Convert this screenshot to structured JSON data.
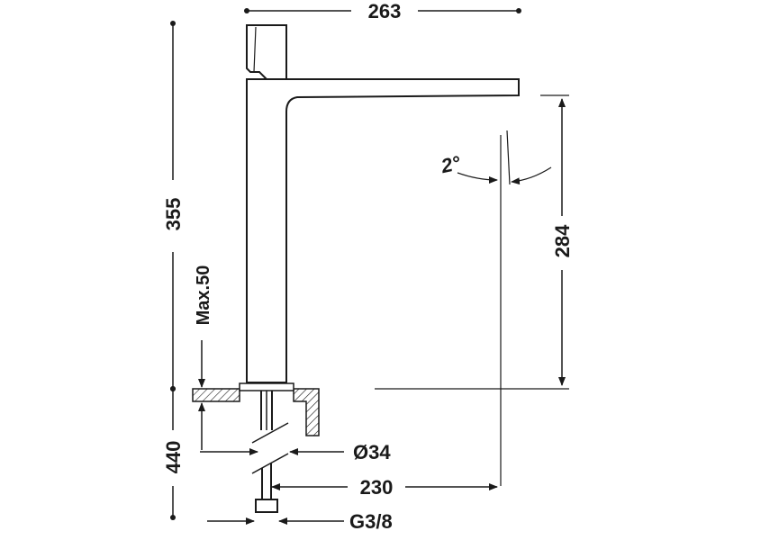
{
  "dimensions": {
    "overall_width": "263",
    "overall_height": "355",
    "spout_height": "284",
    "max_deck_thickness": "Max.50",
    "below_deck_length": "440",
    "spout_angle": "2°",
    "shank_diameter": "Ø34",
    "spout_reach": "230",
    "thread_size": "G3/8"
  },
  "colors": {
    "line": "#1a1a1a",
    "hatch": "#1a1a1a",
    "background": "#ffffff"
  }
}
